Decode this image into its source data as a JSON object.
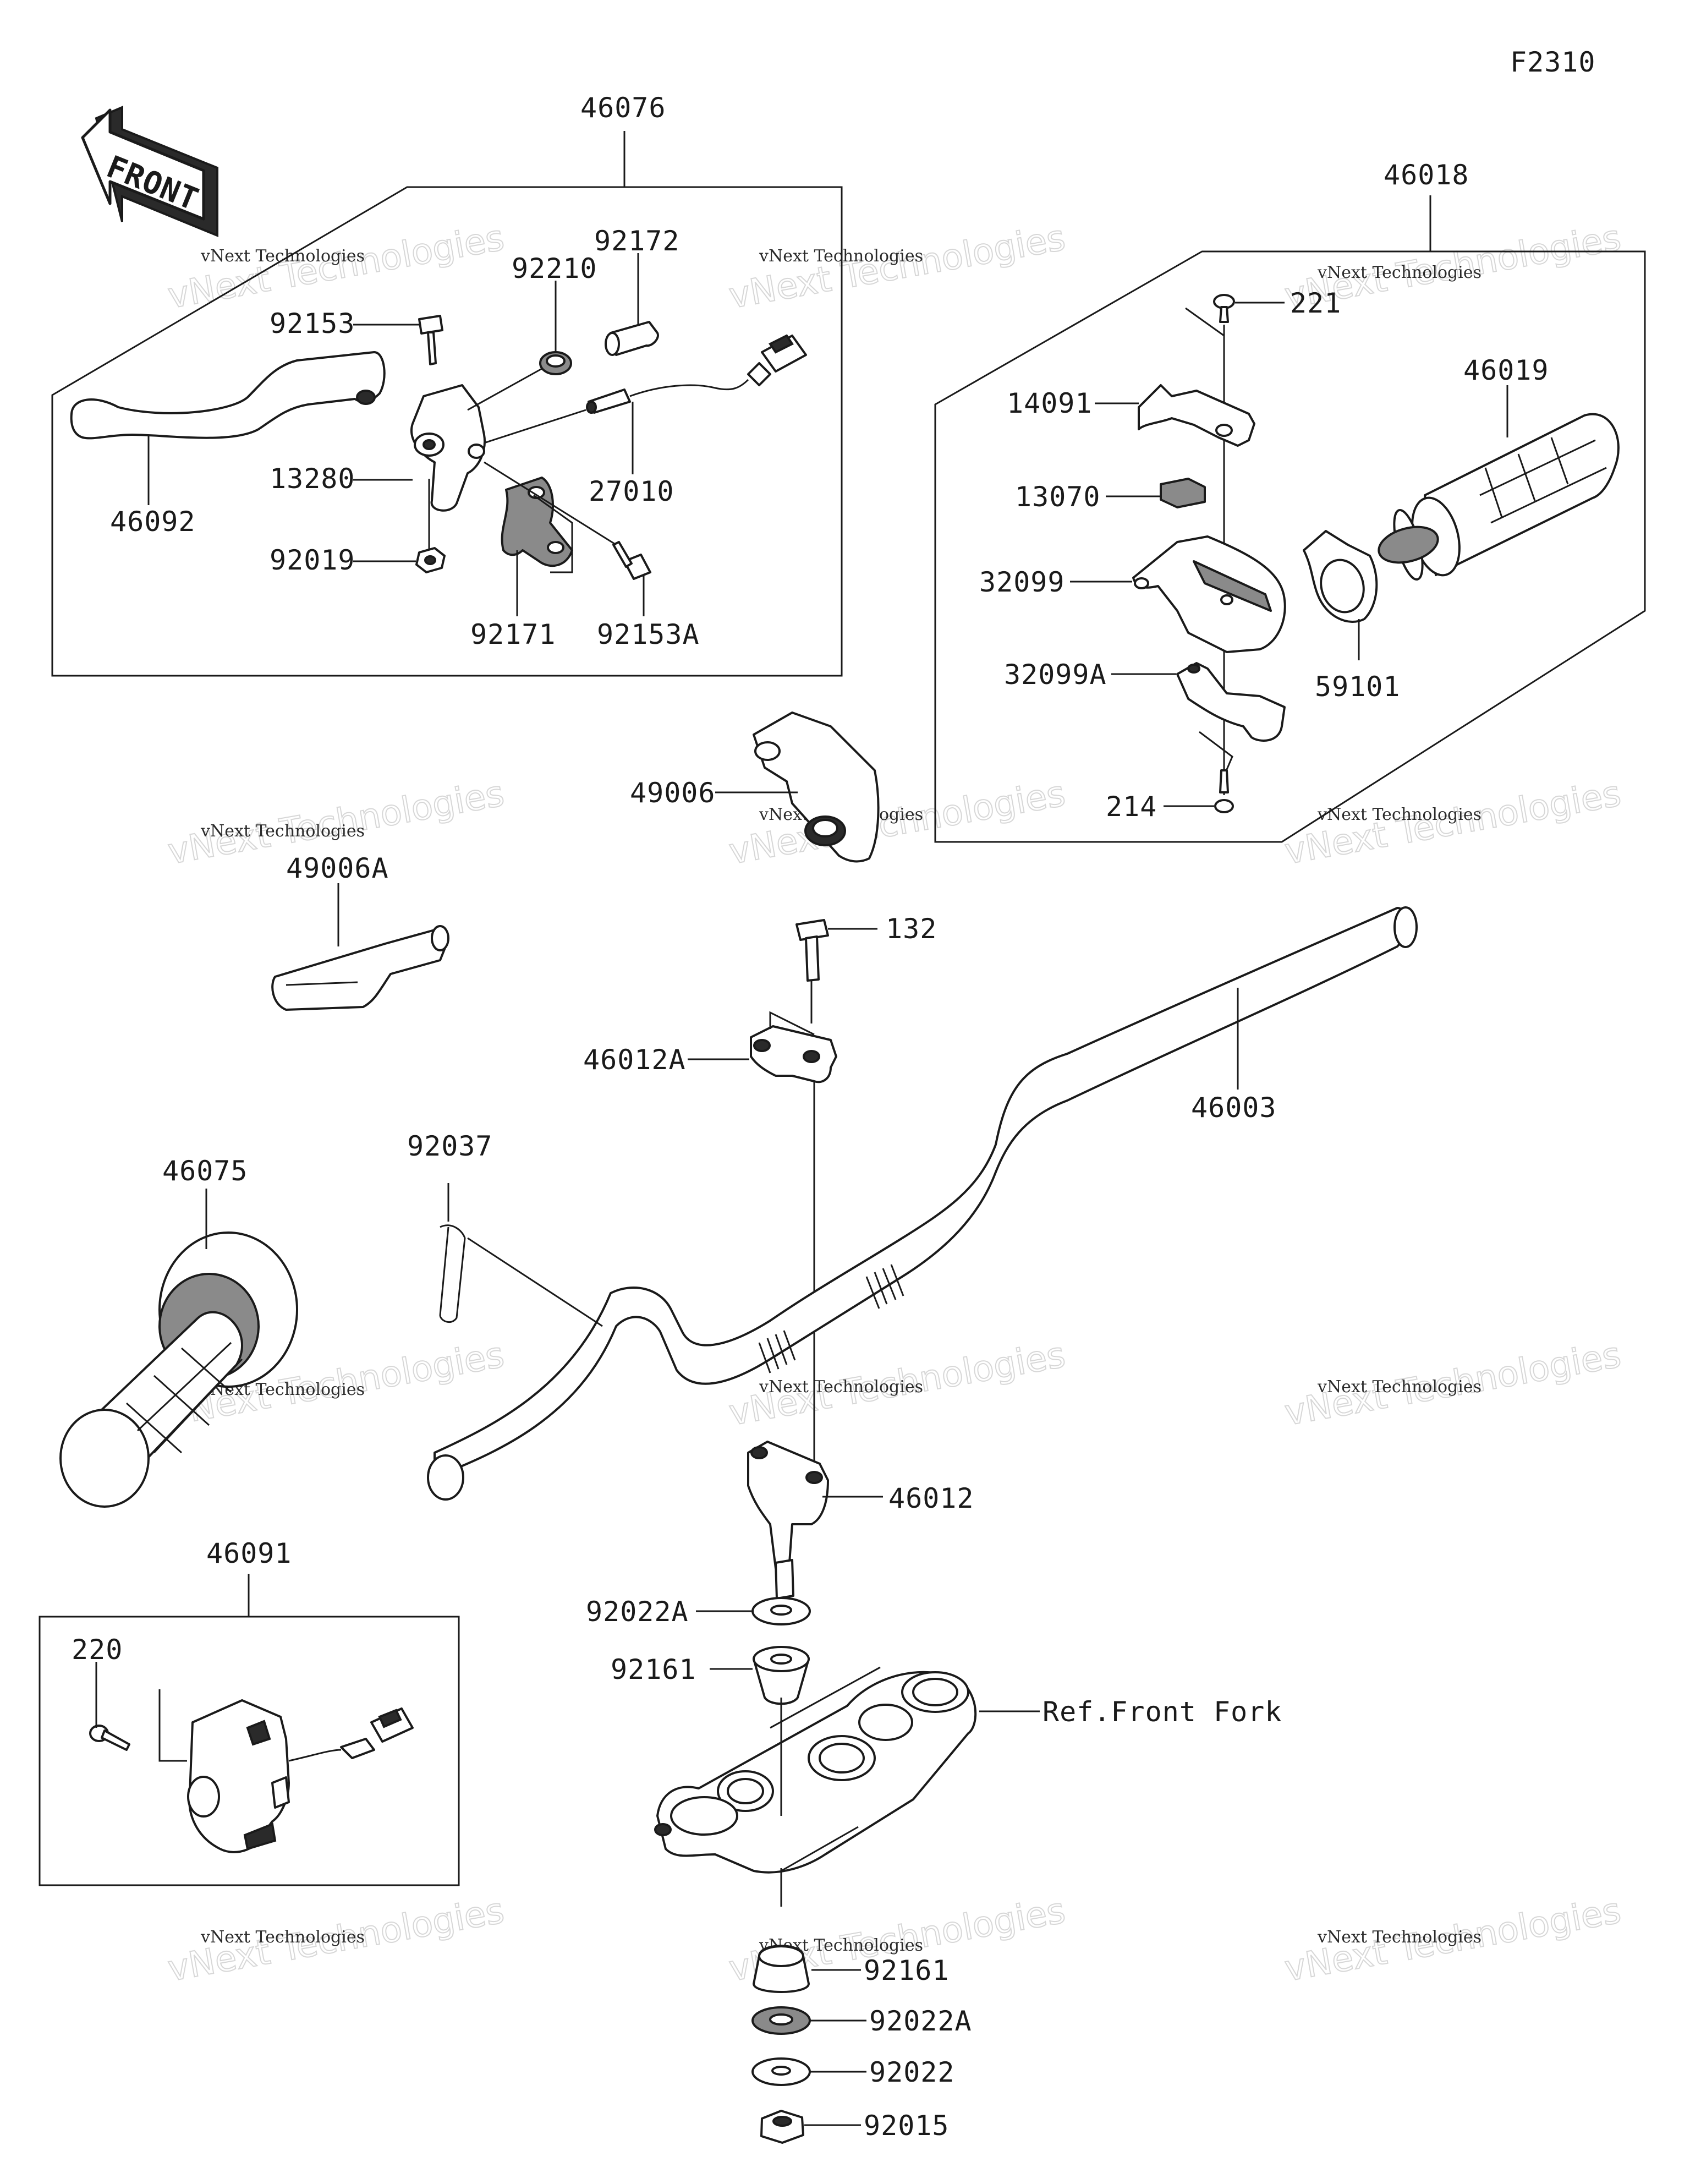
{
  "diagram": {
    "figure_code": "F2310",
    "front_label": "FRONT",
    "watermark_small": "vNext Technologies",
    "watermark_large": "vNext Technologies",
    "labels": {
      "p46076": "46076",
      "p92172": "92172",
      "p92210": "92210",
      "p92153": "92153",
      "p13280": "13280",
      "p27010": "27010",
      "p46092": "46092",
      "p92019": "92019",
      "p92171": "92171",
      "p92153A": "92153A",
      "p46018": "46018",
      "p221": "221",
      "p14091": "14091",
      "p46019": "46019",
      "p13070": "13070",
      "p32099": "32099",
      "p32099A": "32099A",
      "p59101": "59101",
      "p214": "214",
      "p49006": "49006",
      "p49006A": "49006A",
      "p132": "132",
      "p46012A": "46012A",
      "p46003": "46003",
      "p92037": "92037",
      "p46075": "46075",
      "p46012": "46012",
      "p92022A_top": "92022A",
      "p92161_top": "92161",
      "p_ref_front_fork": "Ref.Front Fork",
      "p46091": "46091",
      "p220": "220",
      "p92161_bottom": "92161",
      "p92022A_bottom": "92022A",
      "p92022": "92022",
      "p92015": "92015"
    }
  }
}
